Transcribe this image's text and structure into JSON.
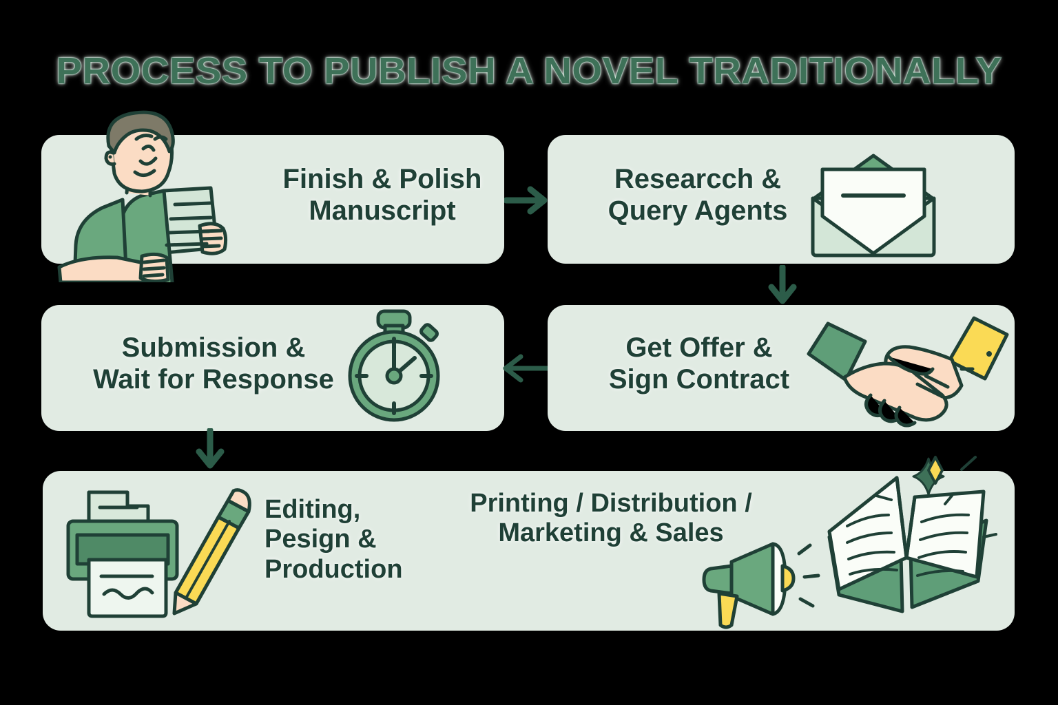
{
  "page": {
    "title": "PROCESS TO PUBLISH A NOVEL TRADITIONALLY",
    "background_color": "#000000",
    "card_color": "#e1ebe3",
    "text_color": "#1f4036",
    "accent_green": "#5f9e78",
    "accent_dark_green": "#2c5c49",
    "accent_yellow": "#fada55",
    "skin_color": "#fbdcc4"
  },
  "steps": [
    {
      "id": "finish-polish-manuscript",
      "label": "Finish & Polish\nManuscript",
      "icon": "writer-holding-manuscript-illustration"
    },
    {
      "id": "research-query-agents",
      "label": "Researcch &\nQuery Agents",
      "icon": "open-envelope-icon"
    },
    {
      "id": "submission-wait-response",
      "label": "Submission &\nWait for Response",
      "icon": "stopwatch-icon"
    },
    {
      "id": "get-offer-sign-contract",
      "label": "Get Offer &\nSign Contract",
      "icon": "handshake-icon"
    },
    {
      "id": "editing-design-production",
      "label": "Editing,\nPesign &\nProduction",
      "icon": "printer-with-pencil-icon"
    },
    {
      "id": "printing-distribution-marketing-sales",
      "label": "Printing / Distribution /\nMarketing & Sales",
      "icon": "megaphone-and-open-book-icon"
    }
  ],
  "arrows": [
    {
      "id": "arrow-finish-to-research",
      "direction": "right"
    },
    {
      "id": "arrow-research-to-offer",
      "direction": "down"
    },
    {
      "id": "arrow-offer-to-submission",
      "direction": "left"
    },
    {
      "id": "arrow-submission-to-production",
      "direction": "down"
    }
  ]
}
